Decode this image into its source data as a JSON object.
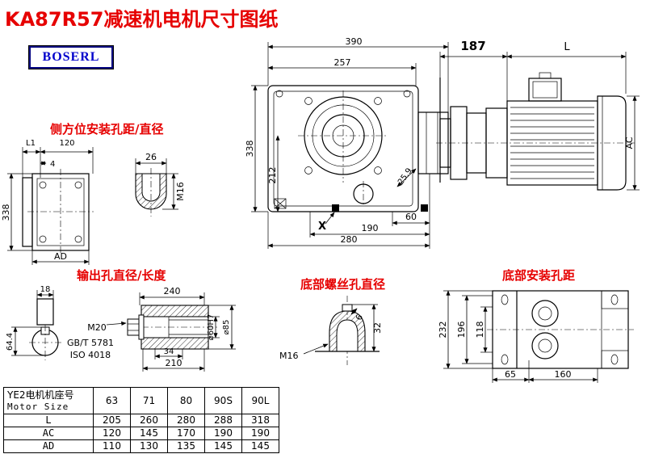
{
  "page": {
    "title": "KA87R57减速机电机尺寸图纸",
    "logo": "BOSERL"
  },
  "main_view": {
    "dim_390": "390",
    "dim_257": "257",
    "dim_338": "338",
    "dim_212": "212",
    "dim_25_9": "25.9",
    "dim_60": "60",
    "dim_190": "190",
    "dim_280": "280",
    "label_x": "X"
  },
  "motor_view": {
    "dim_187": "187",
    "dim_l": "L",
    "dim_ac": "AC"
  },
  "side_mount": {
    "label": "侧方位安装孔距/直径",
    "dim_l1": "L1",
    "dim_120": "120",
    "dim_4": "4",
    "dim_338": "338",
    "dim_ad": "AD",
    "dim_26": "26",
    "thread": "M16"
  },
  "output_hole": {
    "label": "输出孔直径/长度",
    "dim_18": "18",
    "dim_64_4": "64.4",
    "dim_240": "240",
    "thread": "M20",
    "std1": "GB/T 5781",
    "std2": "ISO 4018",
    "dim_34": "34",
    "dim_210": "210",
    "dia_bore": "⌀60H7",
    "dia_outer": "⌀85"
  },
  "bottom_screw": {
    "label": "底部螺丝孔直径",
    "dim_32": "32",
    "dim_6": "6",
    "thread": "M16"
  },
  "bottom_mount": {
    "label": "底部安装孔距",
    "dim_232": "232",
    "dim_196": "196",
    "dim_118": "118",
    "dim_65": "65",
    "dim_160": "160"
  },
  "table": {
    "header_cn": "YE2电机机座号",
    "header_en": "Motor Size",
    "sizes": [
      "63",
      "71",
      "80",
      "90S",
      "90L"
    ],
    "rows": [
      {
        "label": "L",
        "values": [
          "205",
          "260",
          "280",
          "288",
          "318"
        ]
      },
      {
        "label": "AC",
        "values": [
          "120",
          "145",
          "170",
          "190",
          "190"
        ]
      },
      {
        "label": "AD",
        "values": [
          "110",
          "130",
          "135",
          "145",
          "145"
        ]
      }
    ]
  }
}
